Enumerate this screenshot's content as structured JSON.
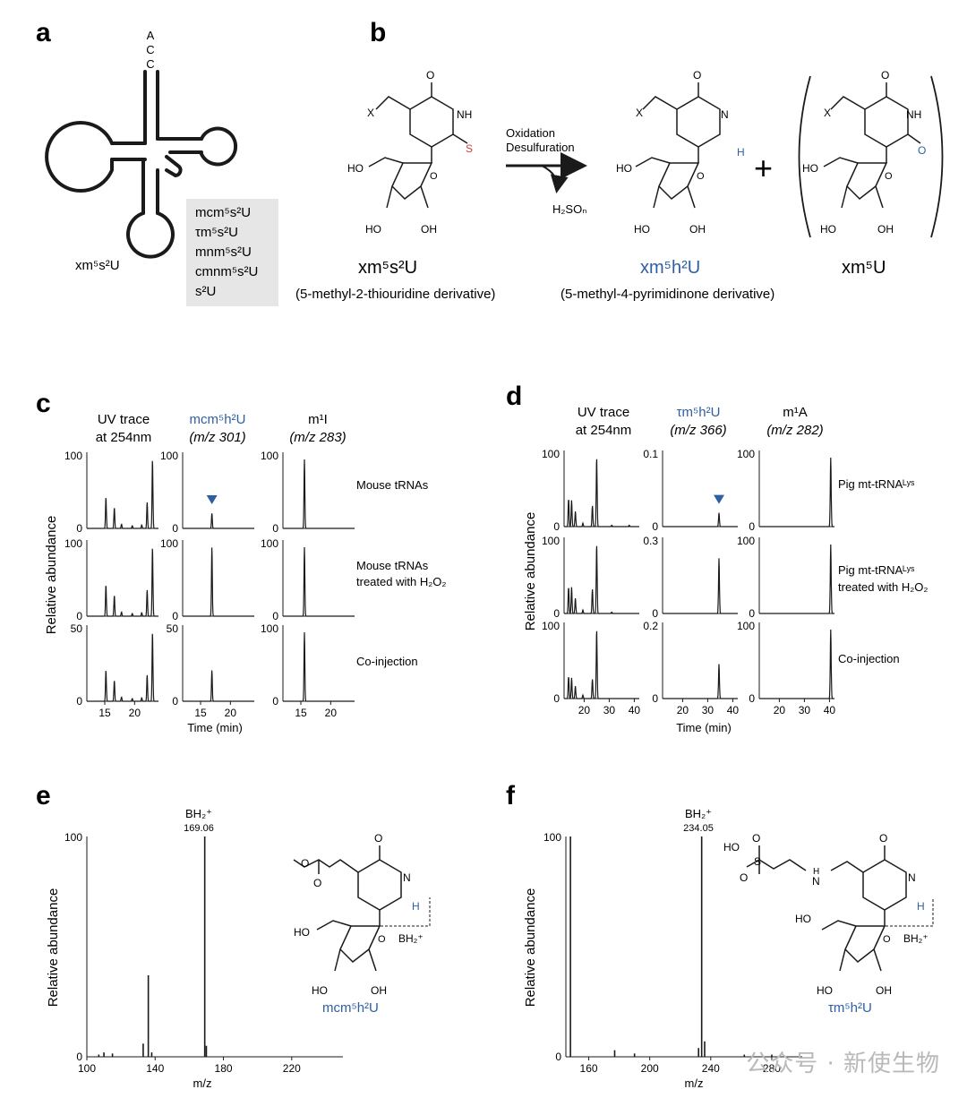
{
  "panels": {
    "a": {
      "letter": "a",
      "acc": [
        "A",
        "C",
        "C"
      ],
      "anticodon_label": "xm⁵s²U",
      "box_items": [
        "mcm⁵s²U",
        "τm⁵s²U",
        "mnm⁵s²U",
        "cmnm⁵s²U",
        "s²U"
      ]
    },
    "b": {
      "letter": "b",
      "arrow_top": [
        "Oxidation",
        "Desulfuration"
      ],
      "byproduct": "H₂SOₙ",
      "plus": "+",
      "compound1": {
        "name": "xm⁵s²U",
        "desc": "(5-methyl-2-thiouridine derivative)"
      },
      "compound2": {
        "name": "xm⁵h²U",
        "desc": "(5-methyl-4-pyrimidinone derivative)"
      },
      "compound3": {
        "name": "xm⁵U"
      }
    },
    "c": {
      "letter": "c",
      "ylabel": "Relative abundance",
      "xlabel": "Time (min)",
      "col_titles": [
        [
          "UV trace",
          "at 254nm"
        ],
        [
          "mcm⁵h²U",
          "(m/z 301)"
        ],
        [
          "m¹I",
          "(m/z 283)"
        ]
      ],
      "row_labels": [
        [
          "Mouse tRNAs"
        ],
        [
          "Mouse tRNAs",
          "treated with H₂O₂"
        ],
        [
          "Co-injection"
        ]
      ],
      "col_xticks": [
        [
          "15",
          "20"
        ],
        [
          "15",
          "20"
        ],
        [
          "15",
          "20"
        ]
      ]
    },
    "d": {
      "letter": "d",
      "ylabel": "Relative abundance",
      "xlabel": "Time (min)",
      "col_titles": [
        [
          "UV trace",
          "at 254nm"
        ],
        [
          "τm⁵h²U",
          "(m/z 366)"
        ],
        [
          "m¹A",
          "(m/z 282)"
        ]
      ],
      "row_labels": [
        [
          "Pig mt-tRNAᴸʸˢ"
        ],
        [
          "Pig mt-tRNAᴸʸˢ",
          "treated with H₂O₂"
        ],
        [
          "Co-injection"
        ]
      ],
      "col_xticks": [
        [
          "20",
          "30",
          "40"
        ],
        [
          "20",
          "30",
          "40"
        ],
        [
          "20",
          "30",
          "40"
        ]
      ]
    },
    "e": {
      "letter": "e",
      "ylabel": "Relative abundance",
      "xlabel": "m/z",
      "peak_label": "BH₂⁺",
      "peak_value": "169.06",
      "frag_label": "BH₂⁺",
      "compound": "mcm⁵h²U"
    },
    "f": {
      "letter": "f",
      "ylabel": "Relative abundance",
      "xlabel": "m/z",
      "peak_label": "BH₂⁺",
      "peak_value": "234.05",
      "frag_label": "BH₂⁺",
      "compound": "τm⁵h²U"
    }
  },
  "watermark": "公众号 · 新使生物",
  "chart_data": [
    {
      "type": "line",
      "panel": "c",
      "x_range": [
        12,
        24
      ],
      "columns": [
        {
          "col": 0,
          "yticks": [
            [
              "0",
              "100"
            ],
            [
              "0",
              "100"
            ],
            [
              "0",
              "50"
            ]
          ],
          "rows": [
            {
              "peaks": [
                [
                  15.2,
                  0.45
                ],
                [
                  16.6,
                  0.3
                ],
                [
                  17.8,
                  0.06
                ],
                [
                  19.6,
                  0.04
                ],
                [
                  21.2,
                  0.05
                ],
                [
                  22.1,
                  0.38
                ],
                [
                  23.0,
                  1.0
                ]
              ]
            },
            {
              "peaks": [
                [
                  15.2,
                  0.45
                ],
                [
                  16.6,
                  0.3
                ],
                [
                  17.8,
                  0.06
                ],
                [
                  19.6,
                  0.04
                ],
                [
                  21.2,
                  0.05
                ],
                [
                  22.1,
                  0.38
                ],
                [
                  23.0,
                  1.0
                ]
              ]
            },
            {
              "peaks": [
                [
                  15.2,
                  0.45
                ],
                [
                  16.6,
                  0.3
                ],
                [
                  17.8,
                  0.06
                ],
                [
                  19.6,
                  0.04
                ],
                [
                  21.2,
                  0.05
                ],
                [
                  22.1,
                  0.38
                ],
                [
                  23.0,
                  1.0
                ]
              ]
            }
          ]
        },
        {
          "col": 1,
          "yticks": [
            [
              "0",
              "100"
            ],
            [
              "0",
              "100"
            ],
            [
              "0",
              "50"
            ]
          ],
          "rows": [
            {
              "peaks": [
                [
                  16.9,
                  0.22
                ]
              ],
              "marker": 16.9
            },
            {
              "peaks": [
                [
                  16.9,
                  1.0
                ]
              ]
            },
            {
              "peaks": [
                [
                  16.9,
                  0.45
                ]
              ]
            }
          ]
        },
        {
          "col": 2,
          "yticks": [
            [
              "0",
              "100"
            ],
            [
              "0",
              "100"
            ],
            [
              "0",
              "100"
            ]
          ],
          "rows": [
            {
              "peaks": [
                [
                  15.6,
                  1.0
                ]
              ]
            },
            {
              "peaks": [
                [
                  15.6,
                  1.0
                ]
              ]
            },
            {
              "peaks": [
                [
                  15.6,
                  1.0
                ]
              ]
            }
          ]
        }
      ]
    },
    {
      "type": "line",
      "panel": "d",
      "x_range": [
        12,
        42
      ],
      "columns": [
        {
          "col": 0,
          "yticks": [
            [
              "0",
              "100"
            ],
            [
              "0",
              "100"
            ],
            [
              "0",
              "100"
            ]
          ],
          "rows": [
            {
              "peaks": [
                [
                  13.8,
                  0.4
                ],
                [
                  15.0,
                  0.38
                ],
                [
                  16.5,
                  0.22
                ],
                [
                  19.5,
                  0.05
                ],
                [
                  23.3,
                  0.3
                ],
                [
                  25.0,
                  1.0
                ],
                [
                  31.0,
                  0.02
                ],
                [
                  38.0,
                  0.02
                ]
              ]
            },
            {
              "peaks": [
                [
                  13.8,
                  0.38
                ],
                [
                  15.0,
                  0.38
                ],
                [
                  16.5,
                  0.22
                ],
                [
                  19.5,
                  0.05
                ],
                [
                  23.3,
                  0.35
                ],
                [
                  25.0,
                  1.0
                ],
                [
                  31.0,
                  0.02
                ]
              ]
            },
            {
              "peaks": [
                [
                  13.8,
                  0.32
                ],
                [
                  15.0,
                  0.3
                ],
                [
                  16.5,
                  0.18
                ],
                [
                  19.5,
                  0.05
                ],
                [
                  23.3,
                  0.28
                ],
                [
                  25.0,
                  1.0
                ]
              ]
            }
          ]
        },
        {
          "col": 1,
          "yticks": [
            [
              "0",
              "0.1"
            ],
            [
              "0",
              "0.3"
            ],
            [
              "0",
              "0.2"
            ]
          ],
          "rows": [
            {
              "peaks": [
                [
                  34.5,
                  0.2
                ]
              ],
              "marker": 34.5
            },
            {
              "peaks": [
                [
                  34.5,
                  0.8
                ]
              ]
            },
            {
              "peaks": [
                [
                  34.5,
                  0.5
                ]
              ]
            }
          ]
        },
        {
          "col": 2,
          "yticks": [
            [
              "0",
              "100"
            ],
            [
              "0",
              "100"
            ],
            [
              "0",
              "100"
            ]
          ],
          "rows": [
            {
              "peaks": [
                [
                  40.5,
                  1.0
                ]
              ]
            },
            {
              "peaks": [
                [
                  40.5,
                  1.0
                ]
              ]
            },
            {
              "peaks": [
                [
                  40.5,
                  1.0
                ]
              ]
            }
          ]
        }
      ]
    },
    {
      "type": "bar",
      "panel": "e",
      "x_range": [
        100,
        250
      ],
      "xticks": [
        "100",
        "140",
        "180",
        "220"
      ],
      "yticks": [
        "0",
        "100"
      ],
      "peaks": [
        [
          107,
          0.01
        ],
        [
          110,
          0.02
        ],
        [
          115,
          0.015
        ],
        [
          133,
          0.06
        ],
        [
          136,
          0.37
        ],
        [
          138,
          0.02
        ],
        [
          169.06,
          1.0
        ],
        [
          170,
          0.05
        ]
      ]
    },
    {
      "type": "bar",
      "panel": "f",
      "x_range": [
        145,
        300
      ],
      "xticks": [
        "160",
        "200",
        "240",
        "280"
      ],
      "yticks": [
        "0",
        "100"
      ],
      "peaks": [
        [
          148,
          1.0
        ],
        [
          177,
          0.03
        ],
        [
          190,
          0.015
        ],
        [
          232,
          0.04
        ],
        [
          234.05,
          1.0
        ],
        [
          236,
          0.07
        ],
        [
          262,
          0.01
        ],
        [
          280,
          0.01
        ]
      ]
    }
  ]
}
